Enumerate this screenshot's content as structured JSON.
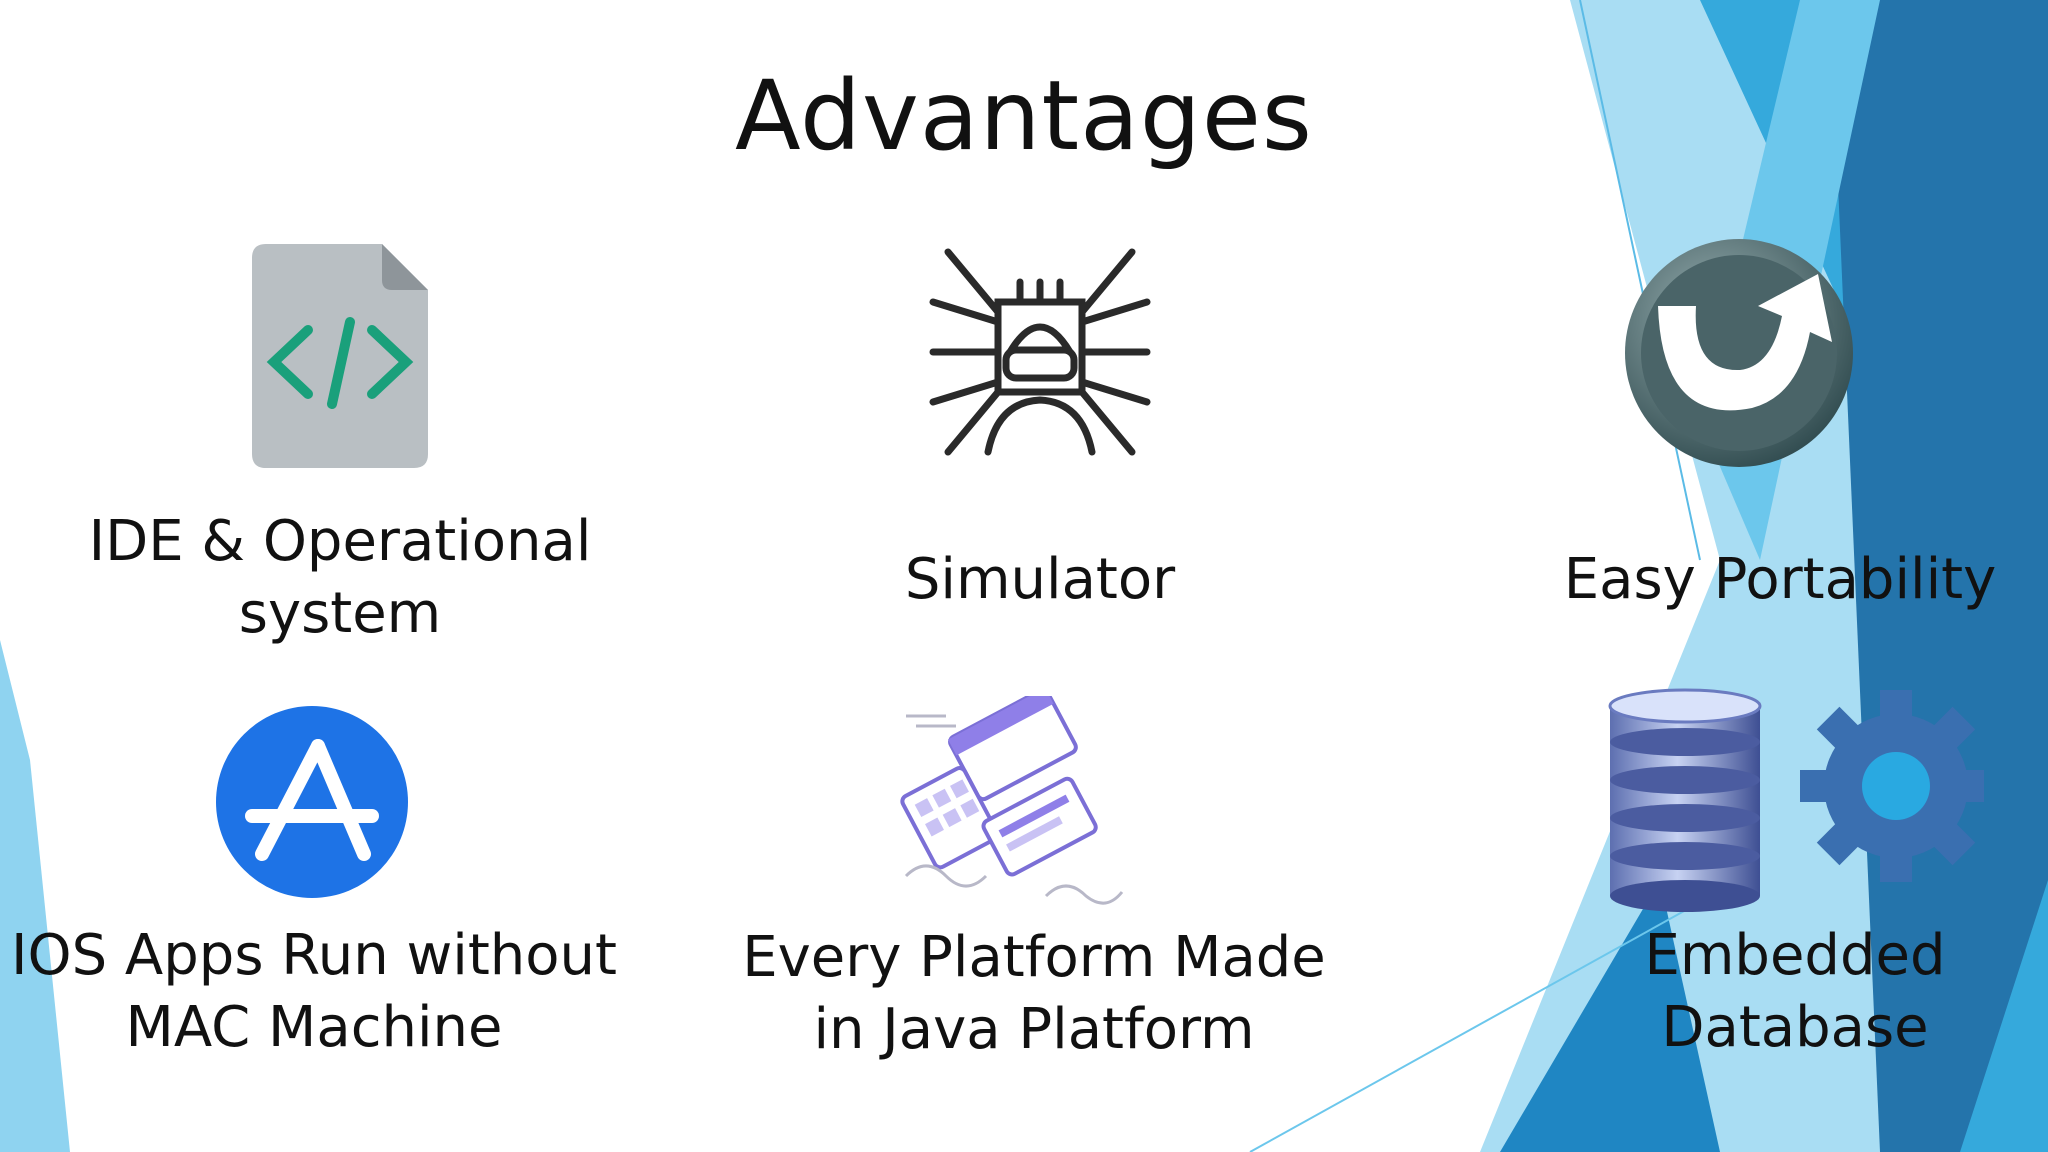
{
  "slide": {
    "title": "Advantages",
    "items": [
      {
        "line1": "IDE & Operational",
        "line2": "system",
        "icon": "code-file-icon"
      },
      {
        "line1": "Simulator",
        "icon": "vr-simulator-icon"
      },
      {
        "line1": "Easy Portability",
        "icon": "portability-arrow-icon"
      },
      {
        "line1": "IOS Apps Run without",
        "line2": "MAC Machine",
        "icon": "app-store-icon"
      },
      {
        "line1": "Every Platform Made",
        "line2": "in Java Platform",
        "icon": "multi-platform-icon"
      },
      {
        "line1": "Embedded",
        "line2": "Database",
        "icon": "database-gear-icon"
      }
    ]
  },
  "colors": {
    "accent_light": "#8fd3f0",
    "accent_mid": "#29a9e1",
    "accent_dark": "#1b6fa3",
    "code_green": "#1aa07b",
    "app_store_blue": "#1e73e6"
  }
}
